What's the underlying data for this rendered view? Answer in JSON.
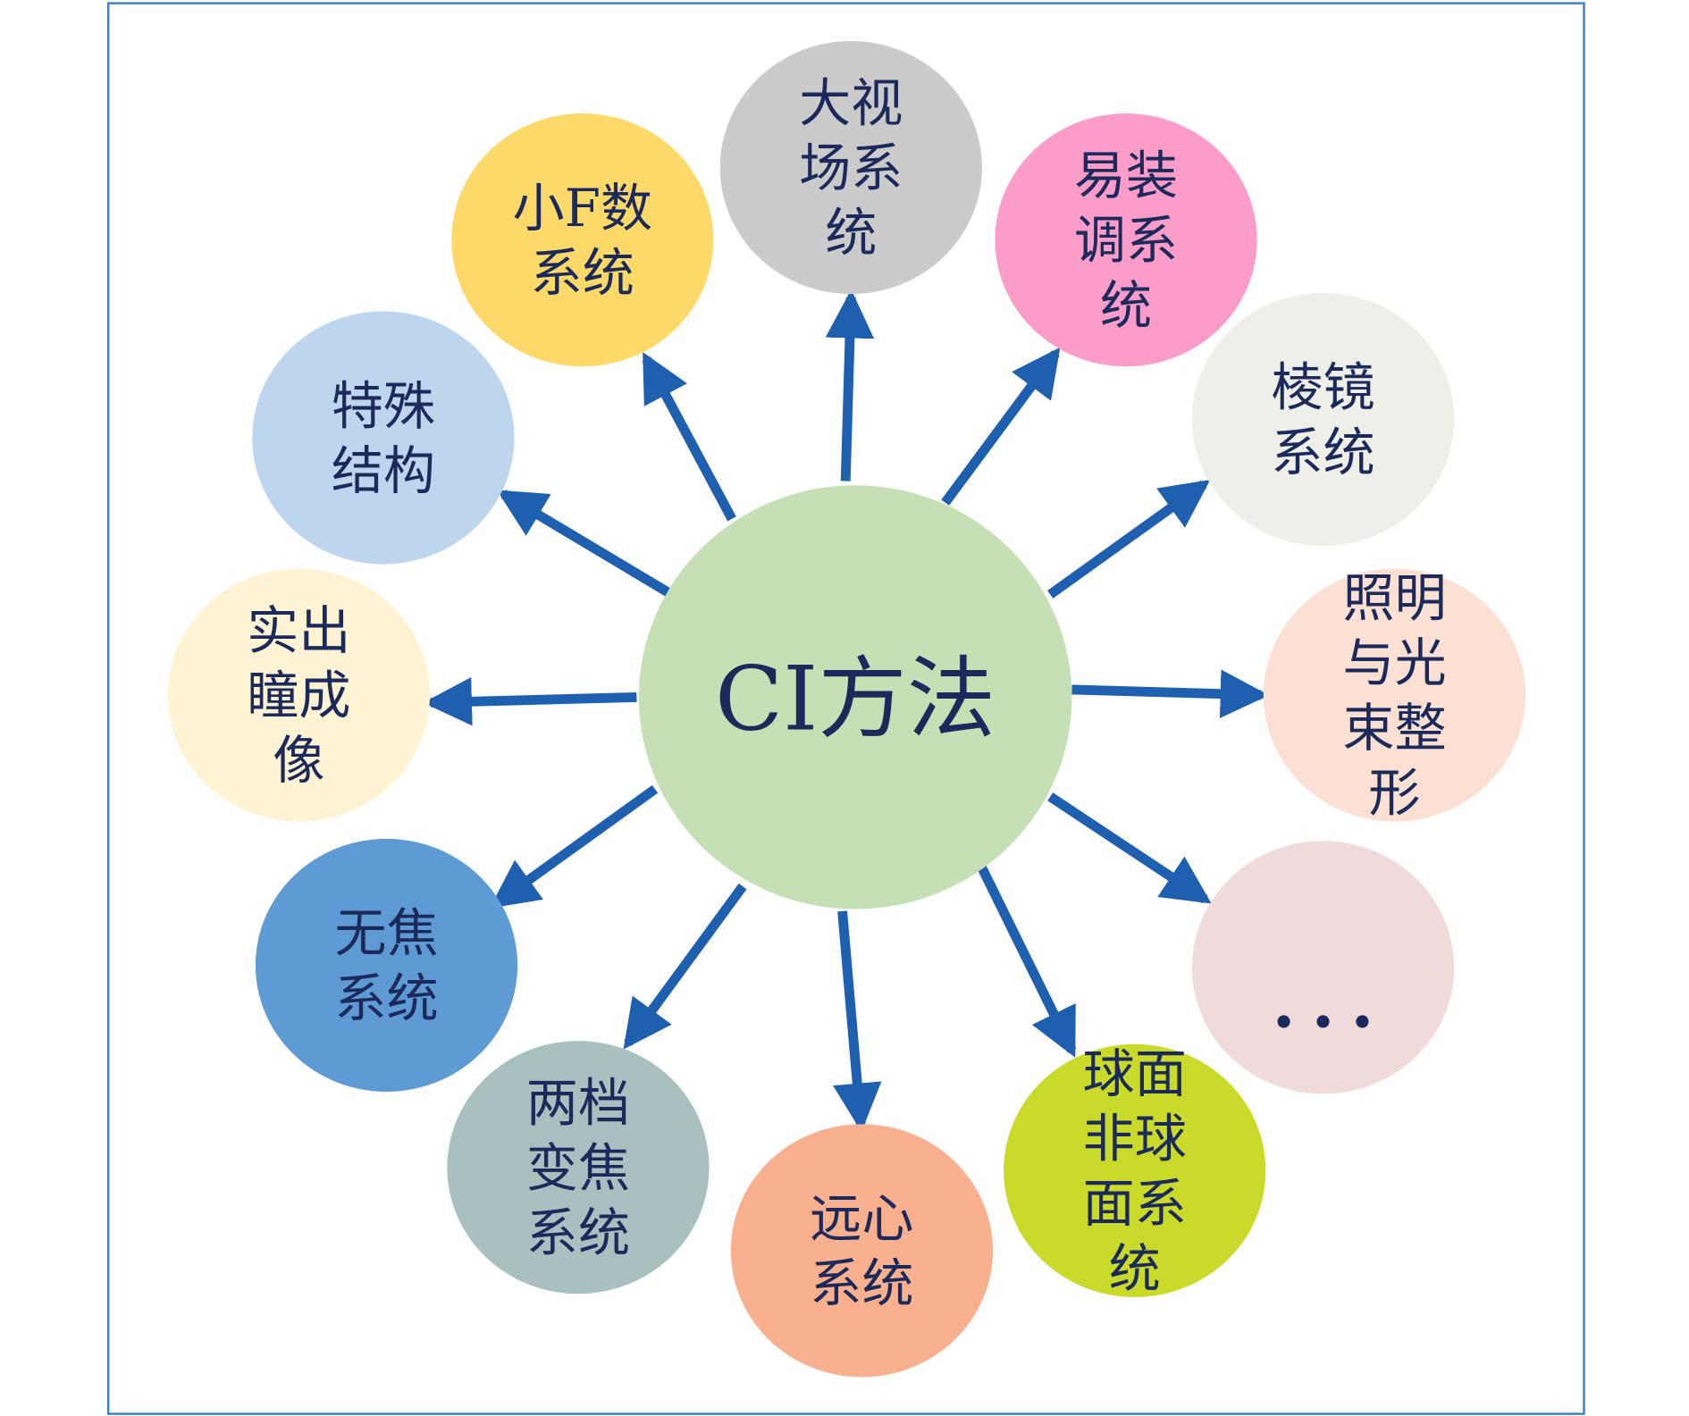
{
  "center": {
    "label": "CI方法",
    "color": "#c5e0b4"
  },
  "arrow_color": "#1f5faf",
  "frame_color": "#3a7fc4",
  "nodes": [
    {
      "id": "small-f-number",
      "lines": [
        "小F数",
        "系统"
      ],
      "color": "#fdd96a"
    },
    {
      "id": "wide-field",
      "lines": [
        "大视",
        "场系",
        "统"
      ],
      "color": "#cbcbcb"
    },
    {
      "id": "easy-alignment",
      "lines": [
        "易装",
        "调系",
        "统"
      ],
      "color": "#fc9cc9"
    },
    {
      "id": "prism",
      "lines": [
        "棱镜",
        "系统"
      ],
      "color": "#eeefe9"
    },
    {
      "id": "illumination-beam-shaping",
      "lines": [
        "照明",
        "与光",
        "束整",
        "形"
      ],
      "color": "#fce0d3"
    },
    {
      "id": "more",
      "lines": [
        "• • •"
      ],
      "color": "#f0dada"
    },
    {
      "id": "spherical-aspherical",
      "lines": [
        "球面",
        "非球",
        "面系",
        "统"
      ],
      "color": "#c9da2b"
    },
    {
      "id": "telecentric",
      "lines": [
        "远心",
        "系统"
      ],
      "color": "#f9b08e"
    },
    {
      "id": "two-step-zoom",
      "lines": [
        "两档",
        "变焦",
        "系统"
      ],
      "color": "#a8c1c0"
    },
    {
      "id": "afocal",
      "lines": [
        "无焦",
        "系统"
      ],
      "color": "#5e9bd4"
    },
    {
      "id": "real-exit-pupil",
      "lines": [
        "实出",
        "瞳成",
        "像"
      ],
      "color": "#fef4d4"
    },
    {
      "id": "special-structure",
      "lines": [
        "特殊",
        "结构"
      ],
      "color": "#bdd6ee"
    }
  ]
}
